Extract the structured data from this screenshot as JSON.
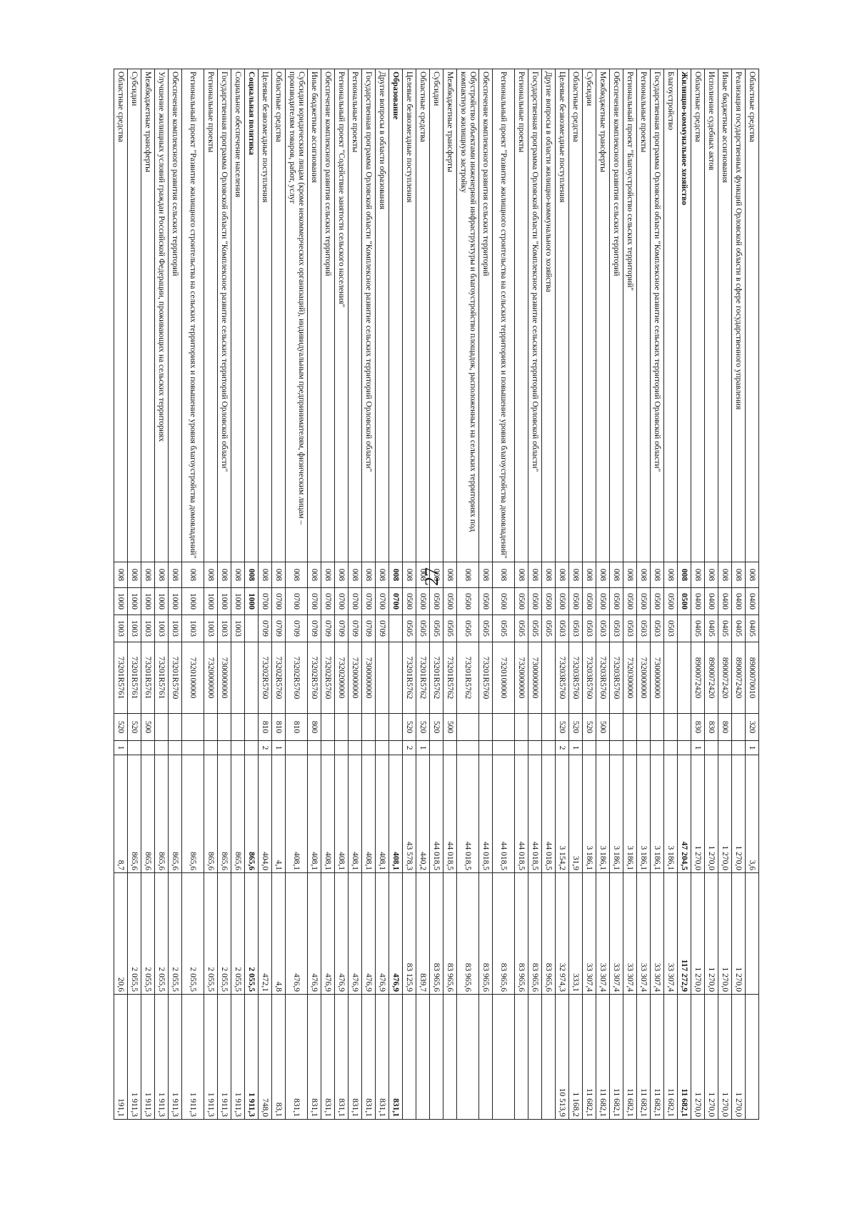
{
  "page_number": "27",
  "rows": [
    {
      "name": "Областные средства",
      "ministry": "008",
      "section": "0400",
      "subsection": "0405",
      "target": "8900070010",
      "kind": "320",
      "sub": "1",
      "v1": "3,6",
      "v2": "",
      "v3": "",
      "bold": false
    },
    {
      "name": "Реализация государственных функций Орловской области в сфере государственного управления",
      "ministry": "008",
      "section": "0400",
      "subsection": "0405",
      "target": "8900072420",
      "kind": "",
      "sub": "",
      "v1": "1 270,0",
      "v2": "1 270,0",
      "v3": "1 270,0",
      "bold": false
    },
    {
      "name": "Иные бюджетные ассигнования",
      "ministry": "008",
      "section": "0400",
      "subsection": "0405",
      "target": "8900072420",
      "kind": "800",
      "sub": "",
      "v1": "1 270,0",
      "v2": "1 270,0",
      "v3": "1 270,0",
      "bold": false
    },
    {
      "name": "Исполнение судебных актов",
      "ministry": "008",
      "section": "0400",
      "subsection": "0405",
      "target": "8900072420",
      "kind": "830",
      "sub": "",
      "v1": "1 270,0",
      "v2": "1 270,0",
      "v3": "1 270,0",
      "bold": false
    },
    {
      "name": "Областные средства",
      "ministry": "008",
      "section": "0400",
      "subsection": "0405",
      "target": "8900072420",
      "kind": "830",
      "sub": "1",
      "v1": "1 270,0",
      "v2": "1 270,0",
      "v3": "1 270,0",
      "bold": false
    },
    {
      "name": "Жилищно-коммунальное хозяйство",
      "ministry": "008",
      "section": "0500",
      "subsection": "",
      "target": "",
      "kind": "",
      "sub": "",
      "v1": "47 204,5",
      "v2": "117 272,9",
      "v3": "11 682,1",
      "bold": true
    },
    {
      "name": "Благоустройство",
      "ministry": "008",
      "section": "0500",
      "subsection": "0503",
      "target": "",
      "kind": "",
      "sub": "",
      "v1": "3 186,1",
      "v2": "33 307,4",
      "v3": "11 682,1",
      "bold": false
    },
    {
      "name": "Государственная программа Орловской области \"Комплексное развитие сельских территорий Орловской области\"",
      "ministry": "008",
      "section": "0500",
      "subsection": "0503",
      "target": "7300000000",
      "kind": "",
      "sub": "",
      "v1": "3 186,1",
      "v2": "33 307,4",
      "v3": "11 682,1",
      "bold": false
    },
    {
      "name": "Региональные проекты",
      "ministry": "008",
      "section": "0500",
      "subsection": "0503",
      "target": "7320000000",
      "kind": "",
      "sub": "",
      "v1": "3 186,1",
      "v2": "33 307,4",
      "v3": "11 682,1",
      "bold": false
    },
    {
      "name": "Региональный проект \"Благоустройство сельских территорий\"",
      "ministry": "008",
      "section": "0500",
      "subsection": "0503",
      "target": "7320300000",
      "kind": "",
      "sub": "",
      "v1": "3 186,1",
      "v2": "33 307,4",
      "v3": "11 682,1",
      "bold": false
    },
    {
      "name": "Обеспечение комплексного развития сельских территорий",
      "ministry": "008",
      "section": "0500",
      "subsection": "0503",
      "target": "73203R5760",
      "kind": "",
      "sub": "",
      "v1": "3 186,1",
      "v2": "33 307,4",
      "v3": "11 682,1",
      "bold": false
    },
    {
      "name": "Межбюджетные трансферты",
      "ministry": "008",
      "section": "0500",
      "subsection": "0503",
      "target": "73203R5760",
      "kind": "500",
      "sub": "",
      "v1": "3 186,1",
      "v2": "33 307,4",
      "v3": "11 682,1",
      "bold": false
    },
    {
      "name": "Субсидии",
      "ministry": "008",
      "section": "0500",
      "subsection": "0503",
      "target": "73203R5760",
      "kind": "520",
      "sub": "",
      "v1": "3 186,1",
      "v2": "33 307,4",
      "v3": "11 682,1",
      "bold": false
    },
    {
      "name": "Областные средства",
      "ministry": "008",
      "section": "0500",
      "subsection": "0503",
      "target": "73203R5760",
      "kind": "520",
      "sub": "1",
      "v1": "31,9",
      "v2": "333,1",
      "v3": "1 168,2",
      "bold": false
    },
    {
      "name": "Целевые безвозмездные поступления",
      "ministry": "008",
      "section": "0500",
      "subsection": "0503",
      "target": "73203R5760",
      "kind": "520",
      "sub": "2",
      "v1": "3 154,2",
      "v2": "32 974,3",
      "v3": "10 513,9",
      "bold": false
    },
    {
      "name": "Другие вопросы в области жилищно-коммунального хозяйства",
      "ministry": "008",
      "section": "0500",
      "subsection": "0505",
      "target": "",
      "kind": "",
      "sub": "",
      "v1": "44 018,5",
      "v2": "83 965,6",
      "v3": "",
      "bold": false
    },
    {
      "name": "Государственная программа Орловской области \"Комплексное развитие сельских территорий Орловской области\"",
      "ministry": "008",
      "section": "0500",
      "subsection": "0505",
      "target": "7300000000",
      "kind": "",
      "sub": "",
      "v1": "44 018,5",
      "v2": "83 965,6",
      "v3": "",
      "bold": false
    },
    {
      "name": "Региональные проекты",
      "ministry": "008",
      "section": "0500",
      "subsection": "0505",
      "target": "7320000000",
      "kind": "",
      "sub": "",
      "v1": "44 018,5",
      "v2": "83 965,6",
      "v3": "",
      "bold": false
    },
    {
      "name": "Региональный проект \"Развитие жилищного строительства на сельских территориях и повышение уровня благоустройства домовладений\"",
      "ministry": "008",
      "section": "0500",
      "subsection": "0505",
      "target": "7320100000",
      "kind": "",
      "sub": "",
      "v1": "44 018,5",
      "v2": "83 965,6",
      "v3": "",
      "bold": false,
      "tall": true
    },
    {
      "name": "Обеспечение комплексного развития сельских территорий",
      "ministry": "008",
      "section": "0500",
      "subsection": "0505",
      "target": "73201R5760",
      "kind": "",
      "sub": "",
      "v1": "44 018,5",
      "v2": "83 965,6",
      "v3": "",
      "bold": false
    },
    {
      "name": "Обустройство объектами инженерной инфраструктуры и благоустройство площадок, расположенных на сельских территориях под компактную жилищную застройку",
      "ministry": "008",
      "section": "0500",
      "subsection": "0505",
      "target": "73201R5762",
      "kind": "",
      "sub": "",
      "v1": "44 018,5",
      "v2": "83 965,6",
      "v3": "",
      "bold": false,
      "tall": true
    },
    {
      "name": "Межбюджетные трансферты",
      "ministry": "008",
      "section": "0500",
      "subsection": "0505",
      "target": "73201R5762",
      "kind": "500",
      "sub": "",
      "v1": "44 018,5",
      "v2": "83 965,6",
      "v3": "",
      "bold": false
    },
    {
      "name": "Субсидии",
      "ministry": "008",
      "section": "0500",
      "subsection": "0505",
      "target": "73201R5762",
      "kind": "520",
      "sub": "",
      "v1": "44 018,5",
      "v2": "83 965,6",
      "v3": "",
      "bold": false
    },
    {
      "name": "Областные средства",
      "ministry": "008",
      "section": "0500",
      "subsection": "0505",
      "target": "73201R5762",
      "kind": "520",
      "sub": "1",
      "v1": "440,2",
      "v2": "839,7",
      "v3": "",
      "bold": false
    },
    {
      "name": "Целевые безвозмездные поступления",
      "ministry": "008",
      "section": "0500",
      "subsection": "0505",
      "target": "73201R5762",
      "kind": "520",
      "sub": "2",
      "v1": "43 578,3",
      "v2": "83 125,9",
      "v3": "",
      "bold": false
    },
    {
      "name": "Образование",
      "ministry": "008",
      "section": "0700",
      "subsection": "",
      "target": "",
      "kind": "",
      "sub": "",
      "v1": "408,1",
      "v2": "476,9",
      "v3": "831,1",
      "bold": true
    },
    {
      "name": "Другие вопросы в области образования",
      "ministry": "008",
      "section": "0700",
      "subsection": "0709",
      "target": "",
      "kind": "",
      "sub": "",
      "v1": "408,1",
      "v2": "476,9",
      "v3": "831,1",
      "bold": false
    },
    {
      "name": "Государственная программа Орловской области \"Комплексное развитие сельских территорий Орловской области\"",
      "ministry": "008",
      "section": "0700",
      "subsection": "0709",
      "target": "7300000000",
      "kind": "",
      "sub": "",
      "v1": "408,1",
      "v2": "476,9",
      "v3": "831,1",
      "bold": false
    },
    {
      "name": "Региональные проекты",
      "ministry": "008",
      "section": "0700",
      "subsection": "0709",
      "target": "7320000000",
      "kind": "",
      "sub": "",
      "v1": "408,1",
      "v2": "476,9",
      "v3": "831,1",
      "bold": false
    },
    {
      "name": "Региональный проект \"Содействие занятости сельского населения\"",
      "ministry": "008",
      "section": "0700",
      "subsection": "0709",
      "target": "7320200000",
      "kind": "",
      "sub": "",
      "v1": "408,1",
      "v2": "476,9",
      "v3": "831,1",
      "bold": false
    },
    {
      "name": "Обеспечение комплексного развития сельских территорий",
      "ministry": "008",
      "section": "0700",
      "subsection": "0709",
      "target": "73202R5760",
      "kind": "",
      "sub": "",
      "v1": "408,1",
      "v2": "476,9",
      "v3": "831,1",
      "bold": false
    },
    {
      "name": "Иные бюджетные ассигнования",
      "ministry": "008",
      "section": "0700",
      "subsection": "0709",
      "target": "73202R5760",
      "kind": "800",
      "sub": "",
      "v1": "408,1",
      "v2": "476,9",
      "v3": "831,1",
      "bold": false
    },
    {
      "name": "Субсидии юридическим лицам (кроме некоммерческих организаций), индивидуальным предпринимателям, физическим лицам – производителям товаров, работ, услуг",
      "ministry": "008",
      "section": "0700",
      "subsection": "0709",
      "target": "73202R5760",
      "kind": "810",
      "sub": "",
      "v1": "408,1",
      "v2": "476,9",
      "v3": "831,1",
      "bold": false,
      "tall": true
    },
    {
      "name": "Областные средства",
      "ministry": "008",
      "section": "0700",
      "subsection": "0709",
      "target": "73202R5760",
      "kind": "810",
      "sub": "1",
      "v1": "4,1",
      "v2": "4,8",
      "v3": "83,1",
      "bold": false
    },
    {
      "name": "Целевые безвозмездные поступления",
      "ministry": "008",
      "section": "0700",
      "subsection": "0709",
      "target": "73202R5760",
      "kind": "810",
      "sub": "2",
      "v1": "404,0",
      "v2": "472,1",
      "v3": "748,0",
      "bold": false
    },
    {
      "name": "Социальная политика",
      "ministry": "008",
      "section": "1000",
      "subsection": "",
      "target": "",
      "kind": "",
      "sub": "",
      "v1": "865,6",
      "v2": "2 055,5",
      "v3": "1 911,3",
      "bold": true
    },
    {
      "name": "Социальное обеспечение населения",
      "ministry": "008",
      "section": "1000",
      "subsection": "1003",
      "target": "",
      "kind": "",
      "sub": "",
      "v1": "865,6",
      "v2": "2 055,5",
      "v3": "1 911,3",
      "bold": false
    },
    {
      "name": "Государственная программа Орловской области \"Комплексное развитие сельских территорий Орловской области\"",
      "ministry": "008",
      "section": "1000",
      "subsection": "1003",
      "target": "7300000000",
      "kind": "",
      "sub": "",
      "v1": "865,6",
      "v2": "2 055,5",
      "v3": "1 911,3",
      "bold": false
    },
    {
      "name": "Региональные проекты",
      "ministry": "008",
      "section": "1000",
      "subsection": "1003",
      "target": "7320000000",
      "kind": "",
      "sub": "",
      "v1": "865,6",
      "v2": "2 055,5",
      "v3": "1 911,3",
      "bold": false
    },
    {
      "name": "Региональный проект \"Развитие жилищного строительства на сельских территориях и повышение уровня благоустройства домовладений\"",
      "ministry": "008",
      "section": "1000",
      "subsection": "1003",
      "target": "7320100000",
      "kind": "",
      "sub": "",
      "v1": "865,6",
      "v2": "2 055,5",
      "v3": "1 911,3",
      "bold": false,
      "tall": true
    },
    {
      "name": "Обеспечение комплексного развития сельских территорий",
      "ministry": "008",
      "section": "1000",
      "subsection": "1003",
      "target": "73201R5760",
      "kind": "",
      "sub": "",
      "v1": "865,6",
      "v2": "2 055,5",
      "v3": "1 911,3",
      "bold": false
    },
    {
      "name": "Улучшение жилищных условий граждан Российской Федерации, проживающих на сельских территориях",
      "ministry": "008",
      "section": "1000",
      "subsection": "1003",
      "target": "73201R5761",
      "kind": "",
      "sub": "",
      "v1": "865,6",
      "v2": "2 055,5",
      "v3": "1 911,3",
      "bold": false
    },
    {
      "name": "Межбюджетные трансферты",
      "ministry": "008",
      "section": "1000",
      "subsection": "1003",
      "target": "73201R5761",
      "kind": "500",
      "sub": "",
      "v1": "865,6",
      "v2": "2 055,5",
      "v3": "1 911,3",
      "bold": false
    },
    {
      "name": "Субсидии",
      "ministry": "008",
      "section": "1000",
      "subsection": "1003",
      "target": "73201R5761",
      "kind": "520",
      "sub": "",
      "v1": "865,6",
      "v2": "2 055,5",
      "v3": "1 911,3",
      "bold": false
    },
    {
      "name": "Областные средства",
      "ministry": "008",
      "section": "1000",
      "subsection": "1003",
      "target": "73201R5761",
      "kind": "520",
      "sub": "1",
      "v1": "8,7",
      "v2": "20,6",
      "v3": "191,1",
      "bold": false
    }
  ]
}
